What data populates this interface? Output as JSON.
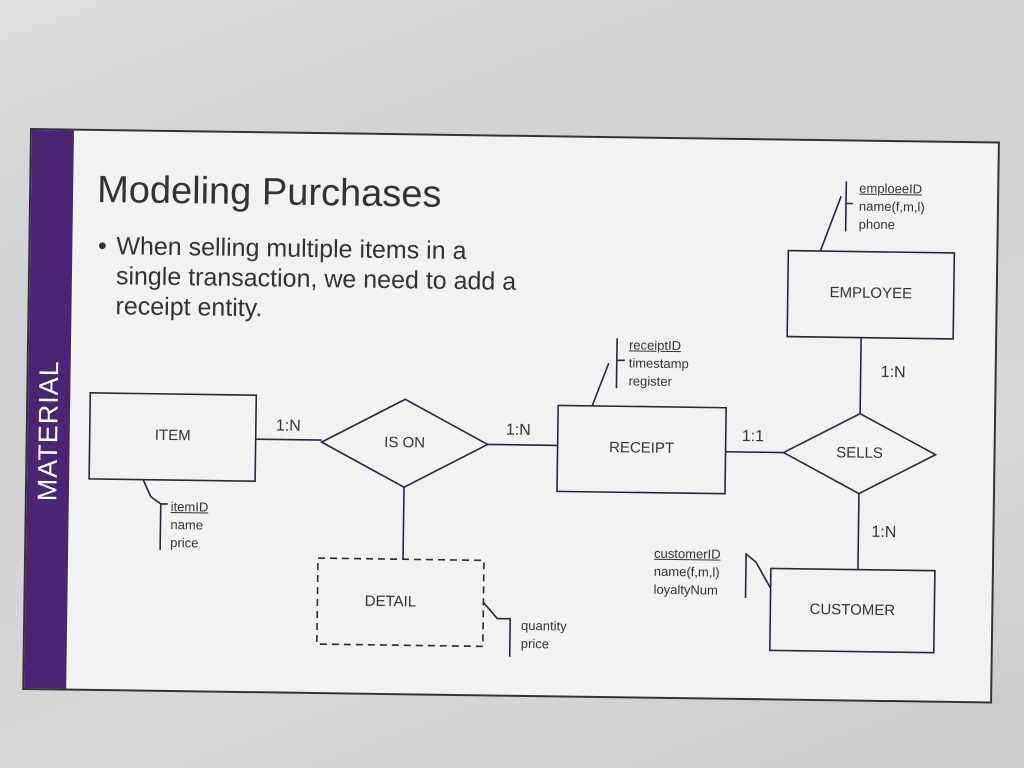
{
  "sidebar": {
    "label": "MATERIAL"
  },
  "slide": {
    "title": "Modeling Purchases",
    "bullet": "When selling multiple items in a single transaction, we need to add a receipt entity."
  },
  "diagram": {
    "entities": {
      "item": "ITEM",
      "receipt": "RECEIPT",
      "employee": "EMPLOYEE",
      "customer": "CUSTOMER",
      "detail": "DETAIL"
    },
    "relationships": {
      "is_on": "IS ON",
      "sells": "SELLS"
    },
    "cardinalities": {
      "item_is_on": "1:N",
      "is_on_receipt": "1:N",
      "receipt_sells": "1:1",
      "employee_sells": "1:N",
      "sells_customer": "1:N"
    },
    "attributes": {
      "employee": [
        "emploeeID",
        "name(f,m,l)",
        "phone"
      ],
      "receipt": [
        "receiptID",
        "timestamp",
        "register"
      ],
      "item": [
        "itemID",
        "name",
        "price"
      ],
      "customer": [
        "customerID",
        "name(f,m,l)",
        "loyaltyNum"
      ],
      "detail": [
        "quantity",
        "price"
      ]
    }
  }
}
